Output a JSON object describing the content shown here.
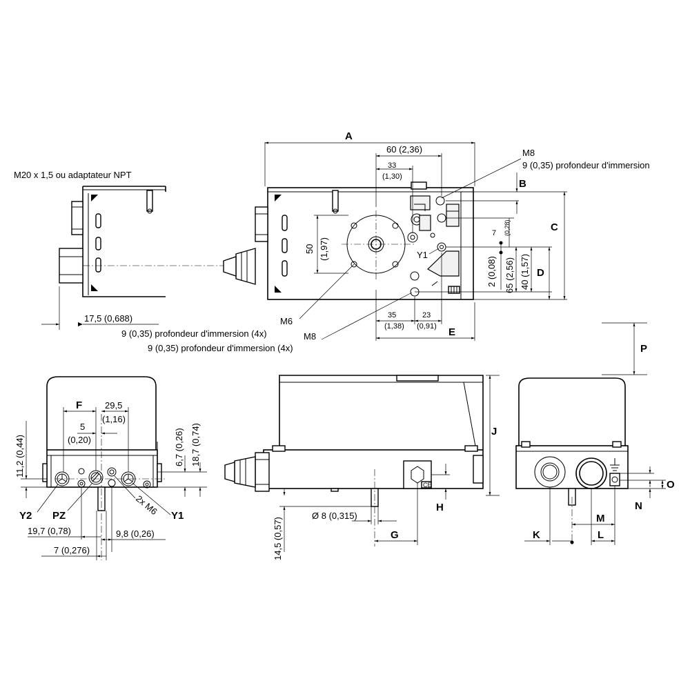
{
  "notes": {
    "thread": "M20 x 1,5 ou adaptateur NPT",
    "m8_top": "M8",
    "depth_top": "9 (0,35) profondeur d'immersion",
    "m6": "M6",
    "depth_m6": "9 (0,35) profondeur d'immersion (4x)",
    "m8_bottom": "M8",
    "depth_m8": "9 (0,35) profondeur d'immersion (4x)",
    "y1_top": "Y1"
  },
  "dims": {
    "d17_5": "17,5 (0,688)",
    "d60": "60 (2,36)",
    "d33": "33",
    "d1_30": "(1,30)",
    "d50": "50",
    "d1_97": "(1,97)",
    "d7": "7",
    "d0_28": "(0,28)",
    "d2": "2 (0,08)",
    "d65": "65 (2,56)",
    "d40": "40 (1,57)",
    "d35": "35",
    "d1_38": "(1,38)",
    "d23": "23",
    "d0_91": "(0,91)",
    "d29_5": "29,5",
    "d1_16": "(1,16)",
    "d5": "5",
    "d0_20": "(0,20)",
    "d6_7": "6,7 (0,26)",
    "d18_7": "18,7 (0,74)",
    "d11_2": "11,2 (0,44)",
    "d19_7": "19,7 (0,78)",
    "d7_276": "7 (0,276)",
    "d9_8": "9,8 (0,26)",
    "d2xm6": "2x M6",
    "d14_5": "14,5 (0,57)",
    "d8": "Ø 8 (0,315)"
  },
  "ports": {
    "y2": "Y2",
    "pz": "PZ",
    "y1": "Y1"
  },
  "letters": {
    "A": "A",
    "B": "B",
    "C": "C",
    "D": "D",
    "E": "E",
    "F": "F",
    "G": "G",
    "H": "H",
    "J": "J",
    "K": "K",
    "L": "L",
    "M": "M",
    "N": "N",
    "O": "O",
    "P": "P"
  },
  "icons": {
    "ce_mark": "CE",
    "ground": "ground-icon",
    "hex_nut": "hex-nut-icon"
  }
}
